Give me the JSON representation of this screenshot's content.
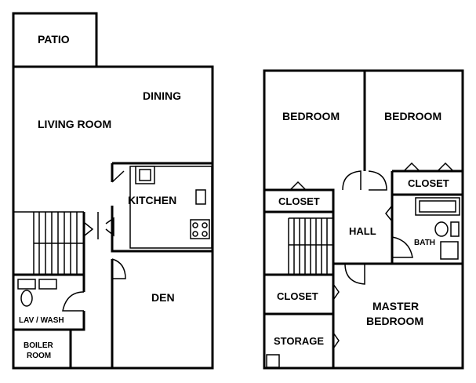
{
  "floor_plan": {
    "first_floor": {
      "patio": "PATIO",
      "dining": "DINING",
      "living_room": "LIVING ROOM",
      "kitchen": "KITCHEN",
      "den": "DEN",
      "lav_wash": "LAV / WASH",
      "boiler_room_line1": "BOILER",
      "boiler_room_line2": "ROOM"
    },
    "second_floor": {
      "bedroom_left": "BEDROOM",
      "bedroom_right": "BEDROOM",
      "closet_left": "CLOSET",
      "closet_right": "CLOSET",
      "hall": "HALL",
      "bath": "BATH",
      "closet_lower": "CLOSET",
      "storage": "STORAGE",
      "master_line1": "MASTER",
      "master_line2": "BEDROOM"
    }
  }
}
